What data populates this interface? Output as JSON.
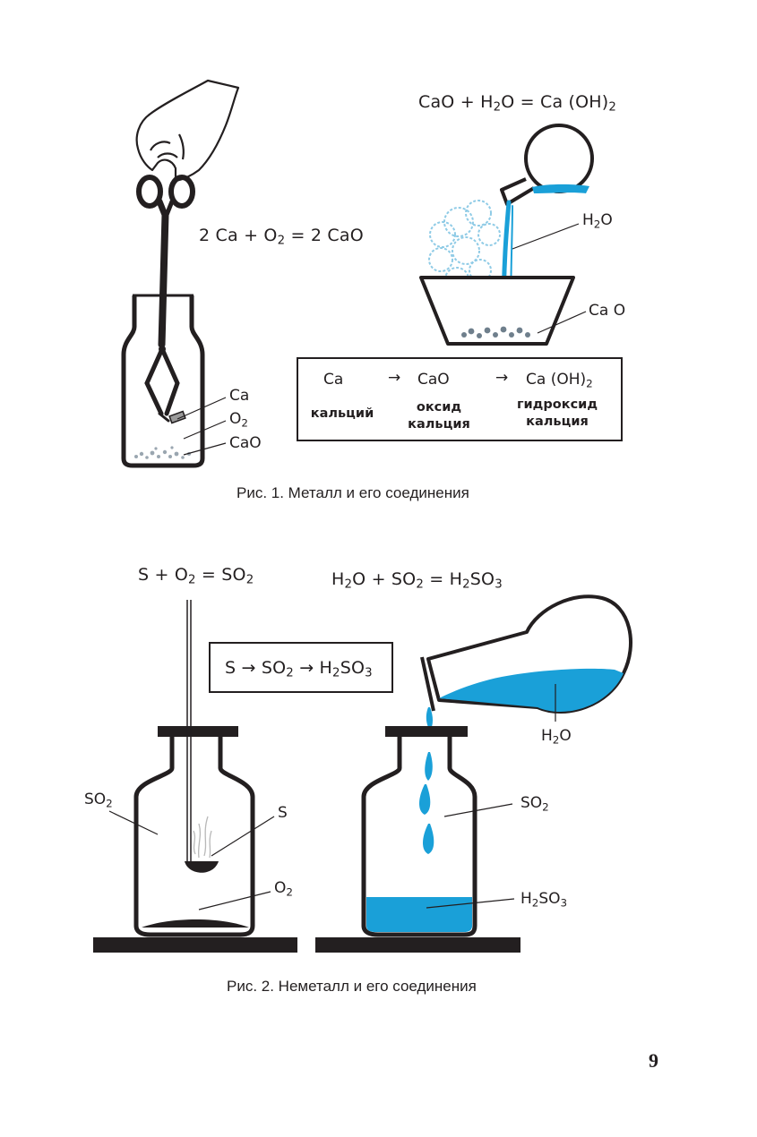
{
  "figure1": {
    "eq_burn": {
      "a": "2 Ca + O",
      "a_sub": "2",
      "b": " = 2 CaO"
    },
    "eq_hydrate": {
      "a": "CaO + H",
      "a_sub": "2",
      "b": "O = Ca (OH)",
      "b_sub": "2"
    },
    "labels": {
      "ca": "Ca",
      "o2": "O",
      "o2_sub": "2",
      "cao_jar": "CaO",
      "h2o": {
        "a": "H",
        "sub": "2",
        "b": "O"
      },
      "cao_bowl": "Ca O"
    },
    "scheme": {
      "items": [
        {
          "formula": "Ca",
          "name": "кальций"
        },
        {
          "formula": "CaO",
          "name": "оксид\nкальция"
        },
        {
          "formula": "Ca (OH)",
          "formula_sub": "2",
          "name": "гидроксид\nкальция"
        }
      ],
      "arrow": "→"
    },
    "caption": "Рис. 1. Металл и его соединения"
  },
  "figure2": {
    "eq_burn": {
      "a": "S + O",
      "a_sub": "2",
      "b": " = SO",
      "b_sub": "2"
    },
    "eq_acid": {
      "a": "H",
      "a_sub": "2",
      "b": "O + SO",
      "b_sub": "2",
      "c": " = H",
      "c_sub": "2",
      "d": "SO",
      "d_sub": "3"
    },
    "scheme": {
      "a": "S → SO",
      "a_sub": "2",
      "b": " → H",
      "b_sub": "2",
      "c": "SO",
      "c_sub": "3"
    },
    "labels": {
      "so2_left": {
        "a": "SO",
        "sub": "2"
      },
      "s": "S",
      "o2": {
        "a": "O",
        "sub": "2"
      },
      "h2o": {
        "a": "H",
        "sub": "2",
        "b": "O"
      },
      "so2_right": {
        "a": "SO",
        "sub": "2"
      },
      "h2so3": {
        "a": "H",
        "sub": "2",
        "b": "SO",
        "sub2": "3"
      }
    },
    "caption": "Рис. 2. Неметалл и его соединения"
  },
  "page_number": "9",
  "colors": {
    "ink": "#231f20",
    "water": "#1aa0d8",
    "steam": "#8fcbe6"
  }
}
